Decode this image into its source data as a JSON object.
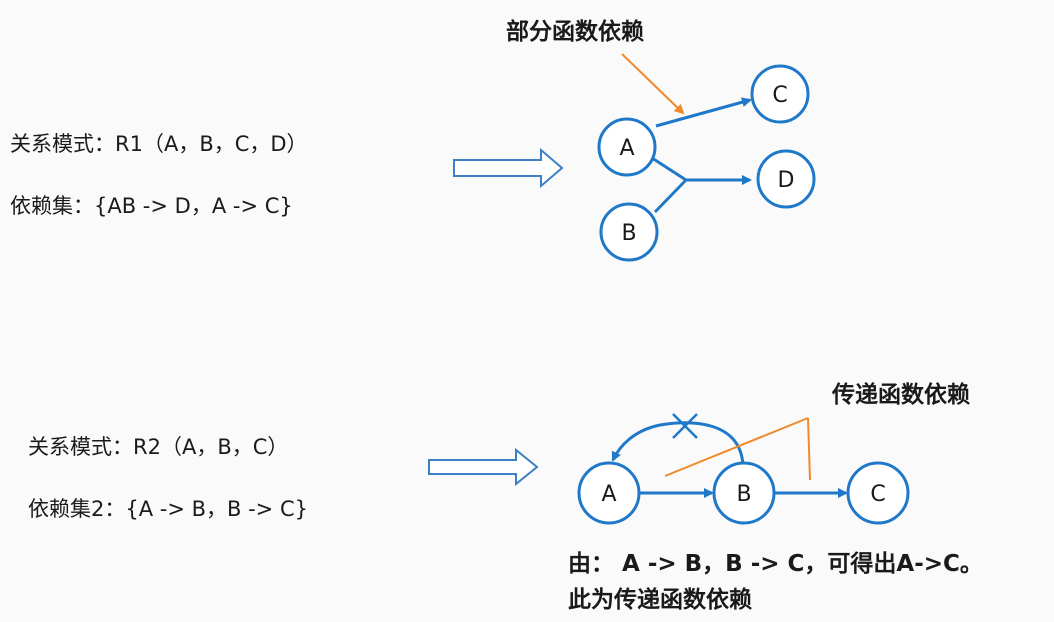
{
  "section1": {
    "schema": "关系模式：R1（A，B，C，D）",
    "dependencies": "依赖集：{AB -> D，A -> C}",
    "annotation": "部分函数依赖",
    "nodes": {
      "a": "A",
      "b": "B",
      "c": "C",
      "d": "D"
    }
  },
  "section2": {
    "schema": "关系模式：R2（A，B，C）",
    "dependencies": "依赖集2：{A -> B，B -> C}",
    "annotation": "传递函数依赖",
    "nodes": {
      "a": "A",
      "b": "B",
      "c": "C"
    },
    "explanation_line1": "由： A -> B，B -> C，可得出A->C。",
    "explanation_line2": "此为传递函数依赖"
  },
  "colors": {
    "node_stroke": "#1f78c8",
    "edge": "#1f78c8",
    "annotation_line": "#f0892a",
    "hollow_arrow": "#3d7fc4",
    "text": "#1a1a1a"
  },
  "icons": {
    "blocked_edge_marker": "cross-icon",
    "implication_arrow": "hollow-arrow-icon"
  }
}
